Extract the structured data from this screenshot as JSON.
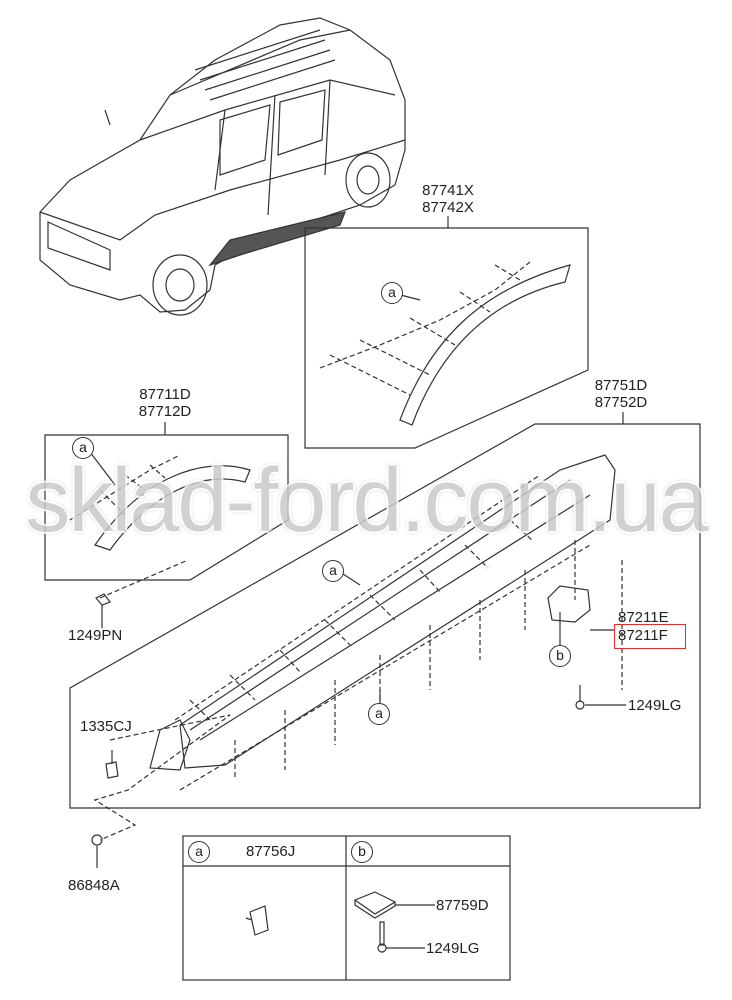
{
  "parts": {
    "trim_front_rear": [
      "87741X",
      "87742X"
    ],
    "arch_moulding": [
      "87711D",
      "87712D"
    ],
    "side_sill": [
      "87751D",
      "87752D"
    ],
    "bracket": [
      "87211E",
      "87211F"
    ],
    "screw_arch": "1249PN",
    "screw_sill": "1249LG",
    "clip_left": "1335CJ",
    "clip_bottom": "86848A"
  },
  "callouts": {
    "a": "a",
    "b": "b"
  },
  "legend": {
    "a_key": "a",
    "a_part": "87756J",
    "b_key": "b",
    "b_part1": "87759D",
    "b_part2": "1249LG"
  },
  "highlight": {
    "part": "87211F",
    "color": "#e0302e"
  },
  "watermark": "sklad-ford.com.ua"
}
